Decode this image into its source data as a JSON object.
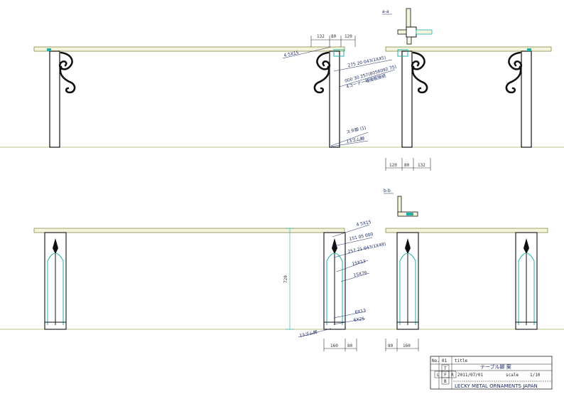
{
  "view_labels": {
    "section_a": "a-a",
    "section_b": "b-b"
  },
  "dimensions": {
    "top_a": "132",
    "top_b": "80",
    "top_c": "120",
    "bottom_a": "120",
    "bottom_b": "80",
    "bottom_c": "132",
    "front_a": "160",
    "front_b": "80",
    "front_c": "80",
    "front_d": "160",
    "height": "720"
  },
  "annotations": {
    "side_1": "4 5X15",
    "side_2": "275 20 043(1X45)",
    "side_3": "000 30 257(8056092 75)",
    "side_4": "4コーナー補強板接続",
    "side_5": "スタ脚 (1)",
    "side_6": "13ゴム脚",
    "front_1": "4 5X15",
    "front_2": "151 05 000",
    "front_3": "257 21 043(1X48)",
    "front_4": "15X13",
    "front_5": "15X76",
    "front_6": "6X13",
    "front_7": "6X25",
    "front_8": "13ゴム脚"
  },
  "title_block": {
    "no_label": "No.",
    "no_value": "01",
    "item_label": "title",
    "item_value": "テーブル脚 案",
    "date_row": "2011/07/01",
    "scale_row": "scale",
    "scale_value": "1/10",
    "cell_t": "T",
    "cell_l": "L",
    "cell_f": "F",
    "cell_r": "R",
    "cell_b": "B",
    "company": "LECKY METAL ORNAMENTS JAPAN"
  },
  "colors": {
    "ground_line": "#b8c48a",
    "table_top": "#f4f4dc",
    "metal": "#111111",
    "accent": "#1bb3a8",
    "annotation": "#1a2a66"
  }
}
